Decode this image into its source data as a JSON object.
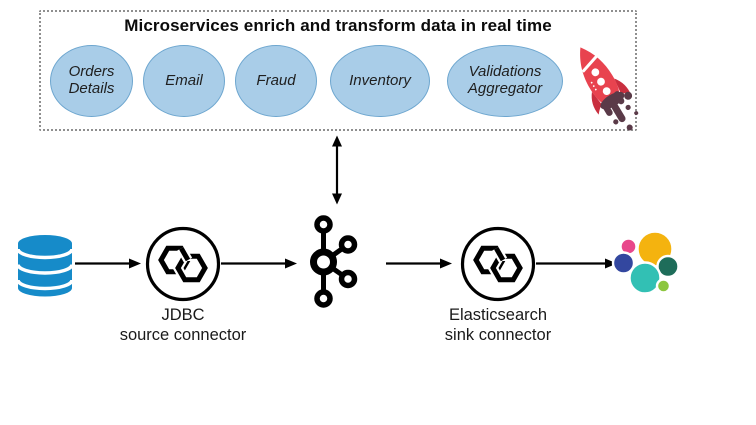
{
  "colors": {
    "service-fill": "#a9cde8",
    "service-border": "#6da6cf",
    "db-blue": "#168bc9",
    "rocket-red": "#e8434f",
    "rocket-fin": "#c92f3f",
    "rocket-flame": "#5a3a48",
    "es-yellow": "#f4b30f",
    "es-pink": "#e8478b",
    "es-navy": "#33479f",
    "es-teal": "#32c0b4",
    "es-green": "#1e6d5a",
    "es-lime": "#8cc63f",
    "dotted-border": "#8f8f8f",
    "label-ink": "#1a1a1a"
  },
  "microservices_box": {
    "title": "Microservices enrich and transform data in real time",
    "services": [
      {
        "label": "Orders\nDetails"
      },
      {
        "label": "Email"
      },
      {
        "label": "Fraud"
      },
      {
        "label": "Inventory"
      },
      {
        "label": "Validations\nAggregator"
      }
    ]
  },
  "pipeline": {
    "source_label": "JDBC\nsource connector",
    "sink_label": "Elasticsearch\nsink connector"
  },
  "icons": {
    "database": "database-cylinder-icon",
    "kafka": "kafka-logo-icon",
    "source_connector": "kafka-connect-hexagons-icon",
    "sink_connector": "kafka-connect-hexagons-icon",
    "elasticsearch": "elasticsearch-cluster-logo",
    "rocket": "rocket-icon",
    "flow": "black-arrow",
    "exchange": "double-headed-arrow"
  }
}
